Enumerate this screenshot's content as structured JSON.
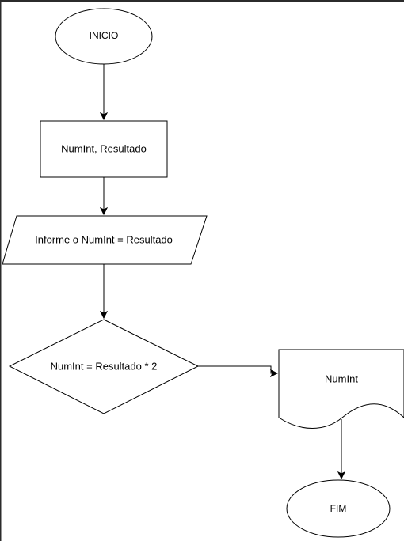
{
  "flowchart": {
    "start": {
      "label": "INICIO"
    },
    "variables": {
      "label": "NumInt, Resultado"
    },
    "input": {
      "label": "Informe o NumInt = Resultado"
    },
    "decision": {
      "label": "NumInt = Resultado * 2"
    },
    "output": {
      "label": "NumInt"
    },
    "end": {
      "label": "FIM"
    }
  }
}
